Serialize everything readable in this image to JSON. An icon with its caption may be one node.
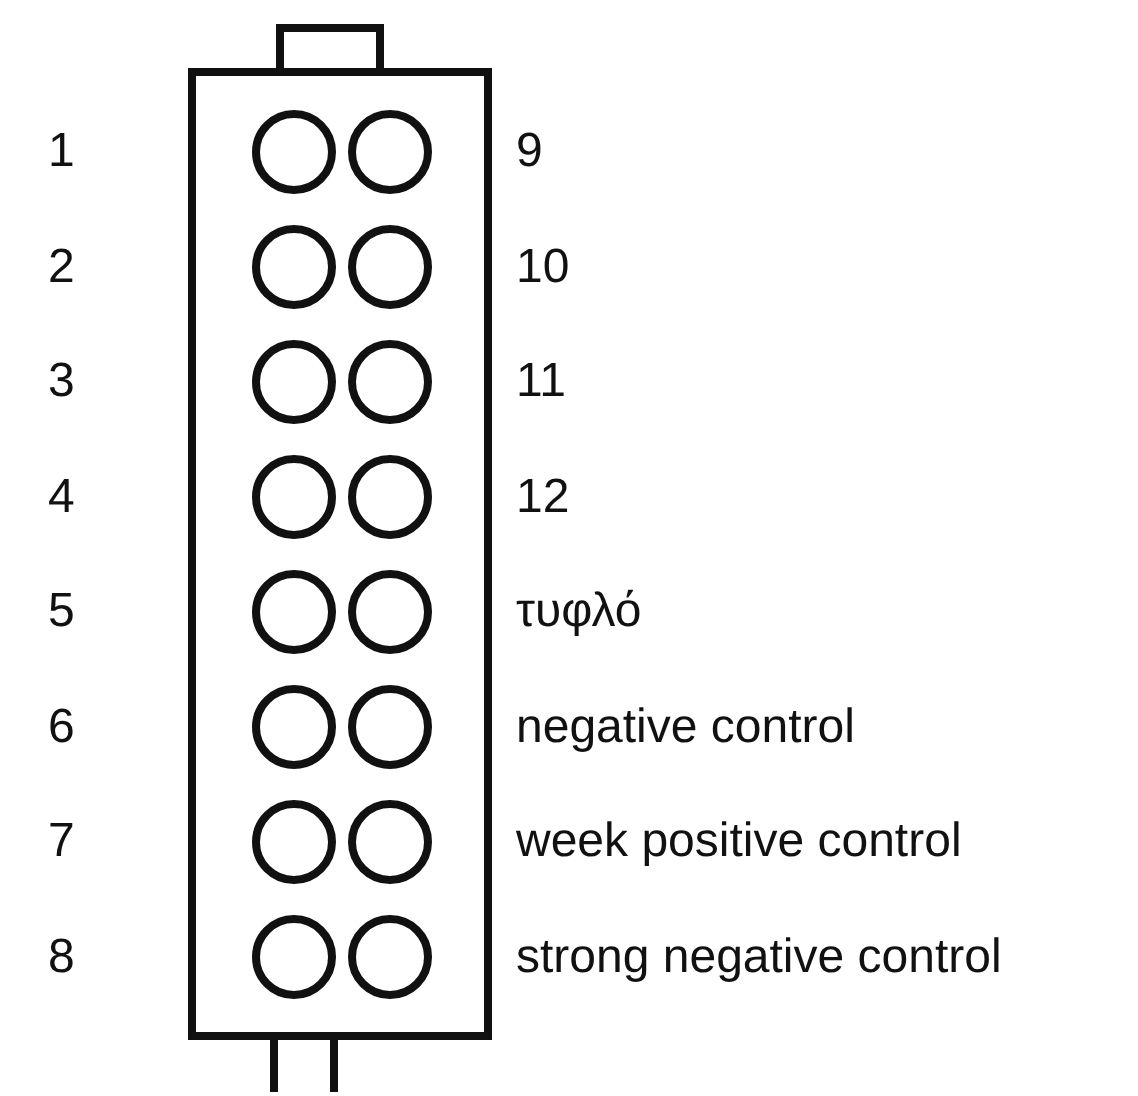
{
  "diagram": {
    "labels": [
      "1",
      "9",
      "2",
      "10",
      "3",
      "11",
      "4",
      "12",
      "5",
      "τυφλό",
      "6",
      "negative control",
      "7",
      "week positive control",
      "8",
      "strong negative control"
    ]
  }
}
